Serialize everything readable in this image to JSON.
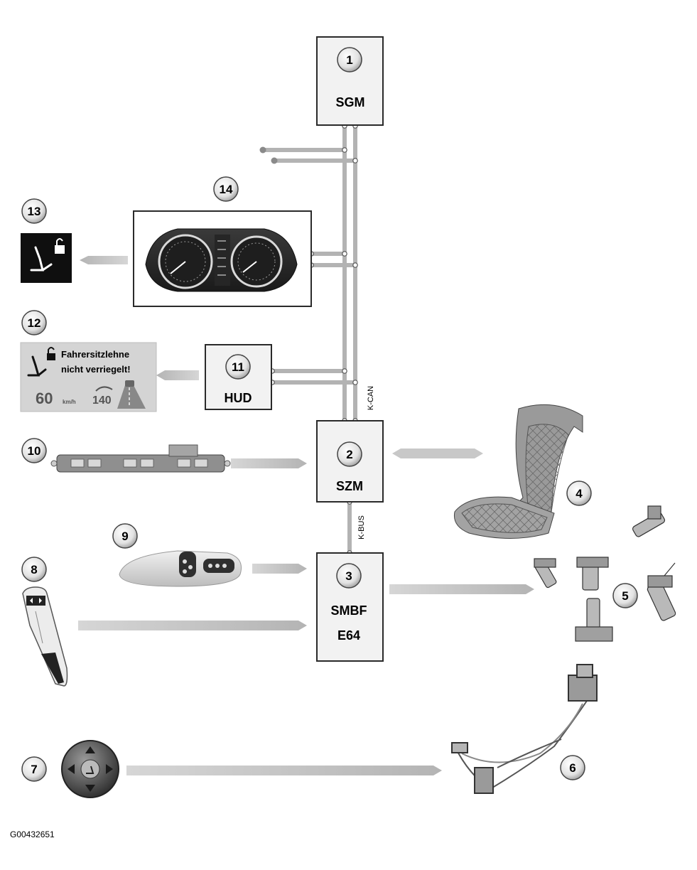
{
  "figure_id": "G00432651",
  "modules": {
    "sgm": {
      "number": "1",
      "label": "SGM"
    },
    "szm": {
      "number": "2",
      "label": "SZM"
    },
    "smbf": {
      "number": "3",
      "label_line1": "SMBF",
      "label_line2": "E64"
    },
    "hud": {
      "number": "11",
      "label": "HUD"
    }
  },
  "components": {
    "seat": {
      "number": "4"
    },
    "motors": {
      "number": "5"
    },
    "wiring_harness": {
      "number": "6"
    },
    "seat_switch": {
      "number": "7"
    },
    "backrest_lever": {
      "number": "8"
    },
    "switch_panel": {
      "number": "9"
    },
    "center_switch_block": {
      "number": "10"
    },
    "hud_display": {
      "number": "12",
      "message_line1": "Fahrersitzlehne",
      "message_line2": "nicht verriegelt!",
      "speed": "60",
      "speed_unit": "km/h",
      "limit": "140"
    },
    "warning_icon": {
      "number": "13"
    },
    "instrument_cluster": {
      "number": "14"
    }
  },
  "buses": {
    "kcan": "K-CAN",
    "kbus": "K-BUS"
  },
  "icons": [
    "seat-unlocked-icon",
    "padlock-open-icon",
    "road-icon"
  ]
}
